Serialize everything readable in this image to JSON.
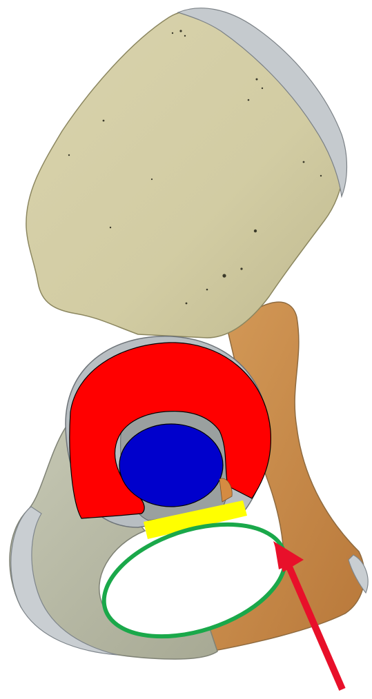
{
  "image": {
    "subject": "hip-bone-lateral-view",
    "background_color": "#ffffff",
    "colors": {
      "ilium": "#d6d0a8",
      "ilium_shadow": "#b9b38a",
      "pubis": "#c98a48",
      "ischium": "#b9bba6",
      "rim": "#c3c8cc",
      "acetabular_lunate_surface": "#ff0000",
      "acetabular_fossa": "#0000cc",
      "transverse_ligament": "#ffff00",
      "obturator_outline": "#1aa84a",
      "arrow": "#e8102a"
    },
    "overlays": [
      {
        "name": "lunate-surface",
        "color": "#ff0000",
        "shape": "horseshoe"
      },
      {
        "name": "acetabular-fossa",
        "color": "#0000cc",
        "shape": "ellipse"
      },
      {
        "name": "transverse-ligament-band",
        "color": "#ffff00",
        "shape": "rectangle"
      },
      {
        "name": "obturator-foramen-outline",
        "color": "#1aa84a",
        "shape": "ellipse-outline"
      },
      {
        "name": "pointer-arrow",
        "color": "#e8102a",
        "shape": "arrow"
      }
    ]
  }
}
